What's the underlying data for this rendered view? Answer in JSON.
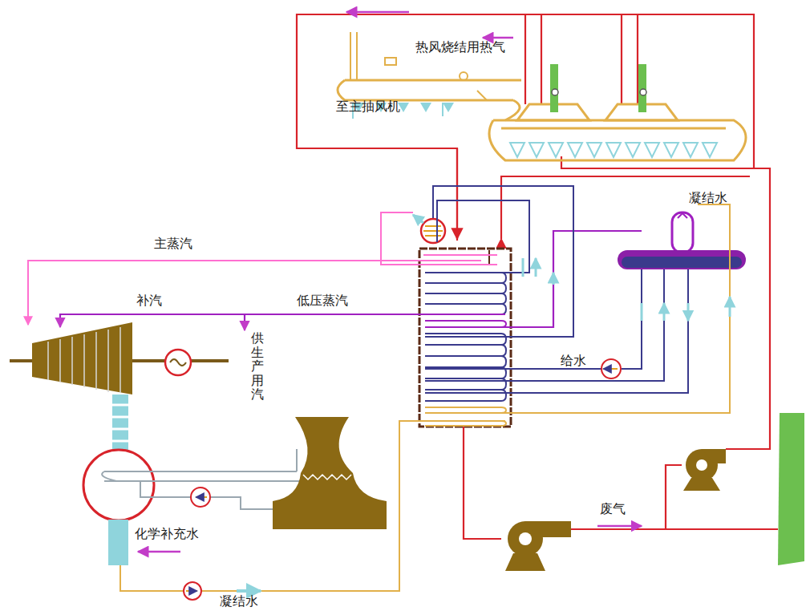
{
  "diagram": {
    "labels": [
      "热风烧结用热气",
      "至主抽风机",
      "主蒸汽",
      "补汽",
      "低压蒸汽",
      "供生产用汽",
      "凝结水",
      "给水",
      "化学补充水",
      "凝结水",
      "废气"
    ]
  }
}
